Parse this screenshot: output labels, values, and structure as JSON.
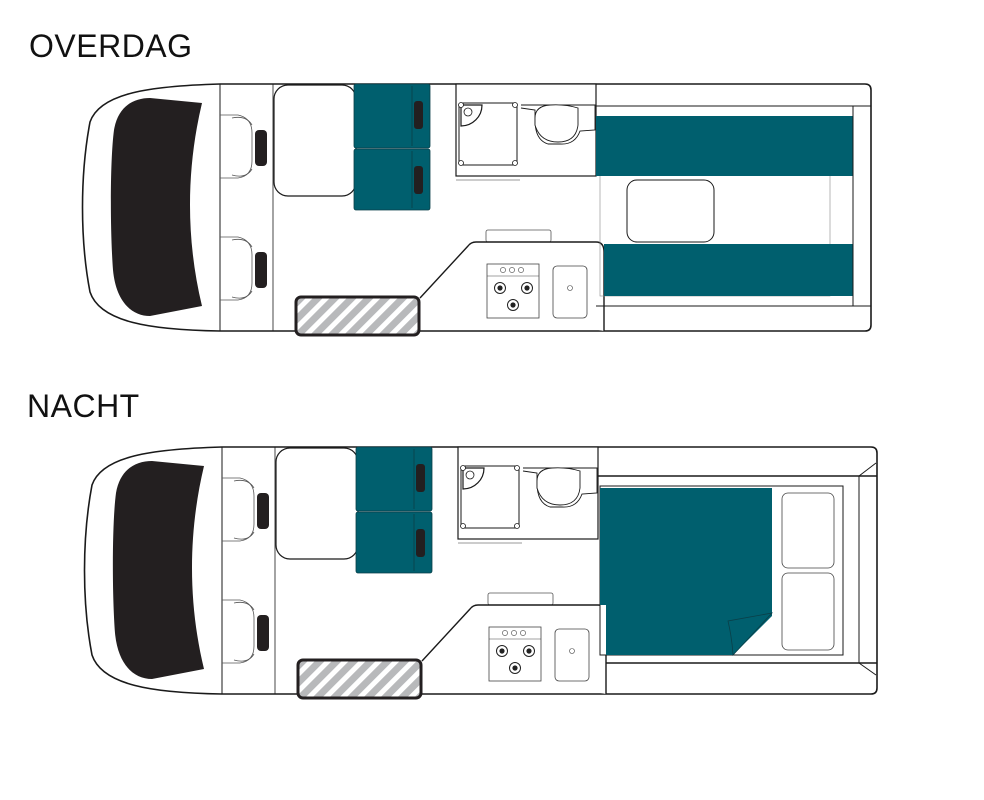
{
  "plans": [
    {
      "title": "OVERDAG",
      "mode": "day"
    },
    {
      "title": "NACHT",
      "mode": "night"
    }
  ],
  "colors": {
    "upholstery": "#005f6e",
    "dark": "#231f20",
    "outline": "#1a1a1a",
    "hatch": "#b8b9bb"
  }
}
